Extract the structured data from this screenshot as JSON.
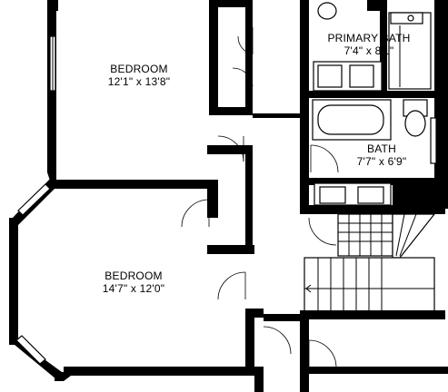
{
  "floor_plan": {
    "rooms": [
      {
        "name": "BEDROOM",
        "dimensions": "12'1\" x 13'8\""
      },
      {
        "name": "BEDROOM",
        "dimensions": "14'7\" x 12'0\""
      },
      {
        "name": "PRIMARY BATH",
        "dimensions": "7'4\" x 8'1\""
      },
      {
        "name": "BATH",
        "dimensions": "7'7\" x 6'9\""
      }
    ],
    "colors": {
      "wall": "#000000",
      "background": "#ffffff"
    }
  }
}
